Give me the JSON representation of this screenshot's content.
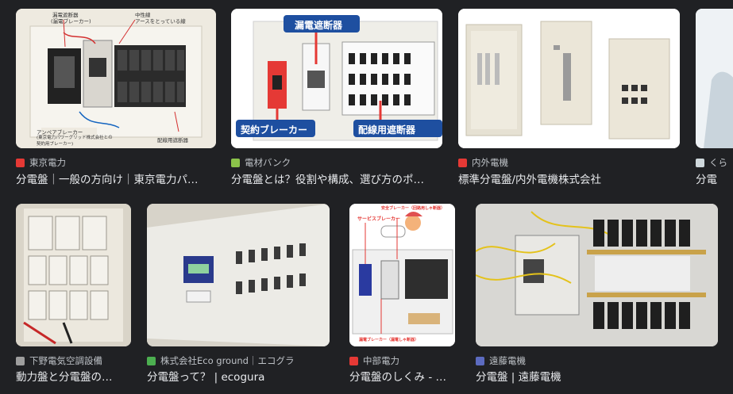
{
  "results": [
    {
      "source": "東京電力",
      "title": "分電盤｜一般の方向け｜東京電力パ…",
      "favicon_color": "#e53935",
      "image_labels": [
        "漏電遮断器",
        "(漏電ブレーカー)",
        "中性線",
        "アースをとっている線",
        "アンペアブレーカー",
        "(東京電力パワーグリッド株式会社との",
        "契約用ブレーカー)",
        "配線用遮断器"
      ]
    },
    {
      "source": "電材バンク",
      "title": "分電盤とは？役割や構成、選び方のポ…",
      "favicon_color": "#8bc34a",
      "image_labels": [
        "漏電遮断器",
        "契約ブレーカー",
        "配線用遮断器"
      ]
    },
    {
      "source": "内外電機",
      "title": "標準分電盤/内外電機株式会社",
      "favicon_color": "#e53935"
    },
    {
      "source": "くら",
      "title": "分電",
      "favicon_color": "#cfd8dc"
    },
    {
      "source": "下野電気空調設備",
      "title": "動力盤と分電盤の…",
      "favicon_color": "#9e9e9e"
    },
    {
      "source": "株式会社Eco ground｜エコグラ",
      "title": "分電盤って？ | ecogura",
      "favicon_color": "#4caf50"
    },
    {
      "source": "中部電力",
      "title": "分電盤のしくみ - …",
      "favicon_color": "#e53935",
      "image_labels": [
        "安全ブレーカー（回路用しゃ断器）",
        "サービスブレーカー",
        "漏電ブレーカー（漏電しゃ断器）"
      ]
    },
    {
      "source": "遠藤電機",
      "title": "分電盤 | 遠藤電機",
      "favicon_color": "#5c6bc0"
    }
  ]
}
